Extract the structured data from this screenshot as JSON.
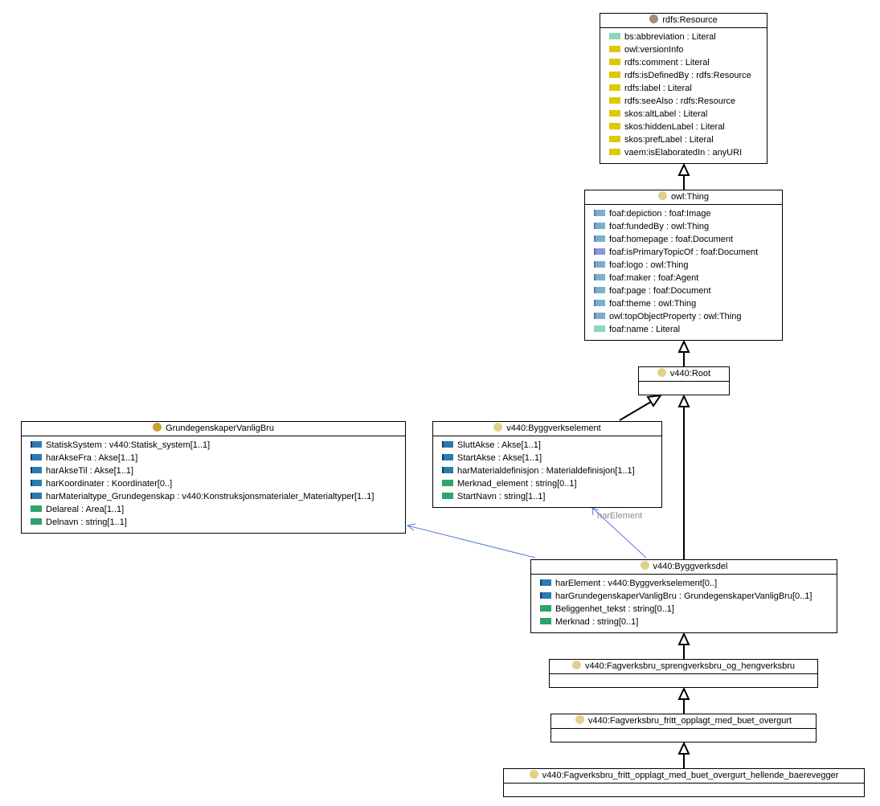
{
  "classes": {
    "rdfs_resource": {
      "title": "rdfs:Resource",
      "attrs": [
        {
          "text": "bs:abbreviation : Literal",
          "icon": "literal-icon"
        },
        {
          "text": "owl:versionInfo",
          "icon": "annotation-icon"
        },
        {
          "text": "rdfs:comment : Literal",
          "icon": "annotation-icon"
        },
        {
          "text": "rdfs:isDefinedBy : rdfs:Resource",
          "icon": "annotation-icon"
        },
        {
          "text": "rdfs:label : Literal",
          "icon": "annotation-icon"
        },
        {
          "text": "rdfs:seeAlso : rdfs:Resource",
          "icon": "annotation-icon"
        },
        {
          "text": "skos:altLabel : Literal",
          "icon": "annotation-icon"
        },
        {
          "text": "skos:hiddenLabel : Literal",
          "icon": "annotation-icon"
        },
        {
          "text": "skos:prefLabel : Literal",
          "icon": "annotation-icon"
        },
        {
          "text": "vaem:isElaboratedIn : anyURI",
          "icon": "annotation-icon"
        }
      ]
    },
    "owl_thing": {
      "title": "owl:Thing",
      "attrs": [
        {
          "text": "foaf:depiction : foaf:Image",
          "icon": "object-property-icon"
        },
        {
          "text": "foaf:fundedBy : owl:Thing",
          "icon": "object-property-icon"
        },
        {
          "text": "foaf:homepage : foaf:Document",
          "icon": "object-property-icon"
        },
        {
          "text": "foaf:isPrimaryTopicOf : foaf:Document",
          "icon": "inverse-property-icon"
        },
        {
          "text": "foaf:logo : owl:Thing",
          "icon": "object-property-icon"
        },
        {
          "text": "foaf:maker : foaf:Agent",
          "icon": "object-property-icon"
        },
        {
          "text": "foaf:page : foaf:Document",
          "icon": "object-property-icon"
        },
        {
          "text": "foaf:theme : owl:Thing",
          "icon": "object-property-icon"
        },
        {
          "text": "owl:topObjectProperty : owl:Thing",
          "icon": "object-property-icon"
        },
        {
          "text": "foaf:name : Literal",
          "icon": "literal-icon"
        }
      ]
    },
    "v440_root": {
      "title": "v440:Root",
      "attrs": []
    },
    "grunnegenskaper": {
      "title": "GrundegenskaperVanligBru",
      "attrs": [
        {
          "text": "StatiskSystem : v440:Statisk_system[1..1]",
          "icon": "reference-icon"
        },
        {
          "text": "harAkseFra : Akse[1..1]",
          "icon": "reference-icon"
        },
        {
          "text": "harAkseTil : Akse[1..1]",
          "icon": "reference-icon"
        },
        {
          "text": "harKoordinater : Koordinater[0..]",
          "icon": "reference-icon"
        },
        {
          "text": "harMaterialtype_Grundegenskap : v440:Konstruksjonsmaterialer_Materialtyper[1..1]",
          "icon": "reference-icon"
        },
        {
          "text": "Delareal : Area[1..1]",
          "icon": "datatype-icon"
        },
        {
          "text": "Delnavn : string[1..1]",
          "icon": "datatype-icon"
        }
      ]
    },
    "byggverkselement": {
      "title": "v440:Byggverkselement",
      "attrs": [
        {
          "text": "SluttAkse : Akse[1..1]",
          "icon": "reference-icon"
        },
        {
          "text": "StartAkse : Akse[1..1]",
          "icon": "reference-icon"
        },
        {
          "text": "harMaterialdefinisjon : Materialdefinisjon[1..1]",
          "icon": "reference-icon"
        },
        {
          "text": "Merknad_element : string[0..1]",
          "icon": "datatype-icon"
        },
        {
          "text": "StartNavn : string[1..1]",
          "icon": "datatype-icon"
        }
      ]
    },
    "byggverksdel": {
      "title": "v440:Byggverksdel",
      "attrs": [
        {
          "text": "harElement : v440:Byggverkselement[0..]",
          "icon": "reference-icon"
        },
        {
          "text": "harGrundegenskaperVanligBru : GrundegenskaperVanligBru[0..1]",
          "icon": "reference-icon"
        },
        {
          "text": "Beliggenhet_tekst : string[0..1]",
          "icon": "datatype-icon"
        },
        {
          "text": "Merknad : string[0..1]",
          "icon": "datatype-icon"
        }
      ]
    },
    "fagverksbru_spreng": {
      "title": "v440:Fagverksbru_sprengverksbru_og_hengverksbru",
      "attrs": []
    },
    "fagverksbru_fritt": {
      "title": "v440:Fagverksbru_fritt_opplagt_med_buet_overgurt",
      "attrs": []
    },
    "fagverksbru_hellende": {
      "title": "v440:Fagverksbru_fritt_opplagt_med_buet_overgurt_hellende_baerevegger",
      "attrs": []
    }
  },
  "association_label": "harElement",
  "colors": {
    "literal": "#8fd3b9",
    "annotation": "#e0c800",
    "object_property": "#7aaecf",
    "reference": "#2b7ab0",
    "datatype": "#2ea36d",
    "association_line": "#5a78d8"
  }
}
